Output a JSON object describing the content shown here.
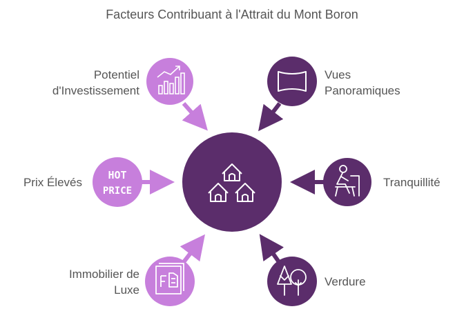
{
  "title": "Facteurs Contribuant à l'Attrait du Mont Boron",
  "center": {
    "icon": "houses-icon"
  },
  "factors": [
    {
      "lines": [
        "Potentiel",
        "d'Investissement"
      ],
      "icon": "growth-chart-icon"
    },
    {
      "lines": [
        "Vues",
        "Panoramiques"
      ],
      "icon": "panorama-icon"
    },
    {
      "lines": [
        "Prix Élevés"
      ],
      "icon": "hot-price-icon",
      "badge": [
        "HOT",
        "PRICE"
      ]
    },
    {
      "lines": [
        "Tranquillité"
      ],
      "icon": "person-relaxing-icon"
    },
    {
      "lines": [
        "Immobilier de",
        "Luxe"
      ],
      "icon": "building-plan-icon"
    },
    {
      "lines": [
        "Verdure"
      ],
      "icon": "trees-icon"
    }
  ],
  "colors": {
    "center": "#5b2d6b",
    "dark": "#5b2d6b",
    "light": "#c77fdc",
    "text": "#555555"
  }
}
